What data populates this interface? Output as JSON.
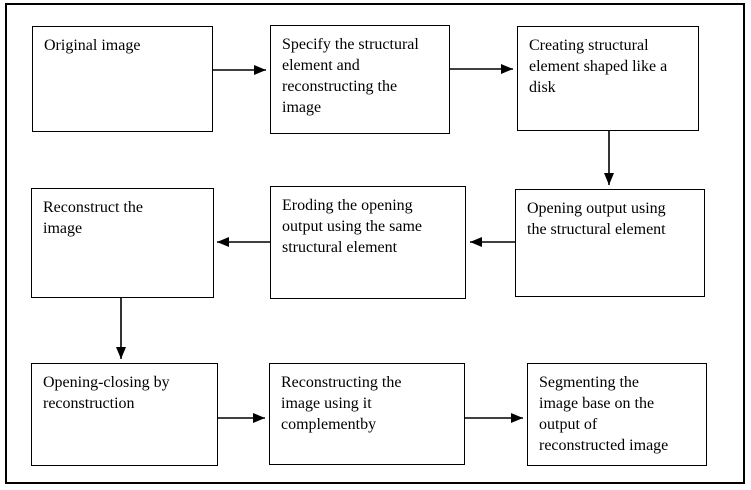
{
  "flowchart": {
    "boxes": [
      {
        "label": "Original image"
      },
      {
        "label": "Specify the structural\nelement and\nreconstructing the\nimage"
      },
      {
        "label": "Creating structural\nelement shaped like a\ndisk"
      },
      {
        "label": "Opening output using\nthe structural element"
      },
      {
        "label": "Eroding the opening\noutput using the same\nstructural element"
      },
      {
        "label": "Reconstruct the\nimage"
      },
      {
        "label": "Opening-closing by\nreconstruction"
      },
      {
        "label": "Reconstructing the\nimage using it\ncomplementby"
      },
      {
        "label": "Segmenting the\nimage base on the\noutput of\nreconstructed image"
      }
    ],
    "arrows": [
      {
        "from": 0,
        "to": 1,
        "direction": "right"
      },
      {
        "from": 1,
        "to": 2,
        "direction": "right"
      },
      {
        "from": 2,
        "to": 3,
        "direction": "down"
      },
      {
        "from": 3,
        "to": 4,
        "direction": "left"
      },
      {
        "from": 4,
        "to": 5,
        "direction": "left"
      },
      {
        "from": 5,
        "to": 6,
        "direction": "down"
      },
      {
        "from": 6,
        "to": 7,
        "direction": "right"
      },
      {
        "from": 7,
        "to": 8,
        "direction": "right"
      }
    ],
    "colors": {
      "line": "#000000",
      "background": "#ffffff",
      "text": "#000000"
    }
  }
}
